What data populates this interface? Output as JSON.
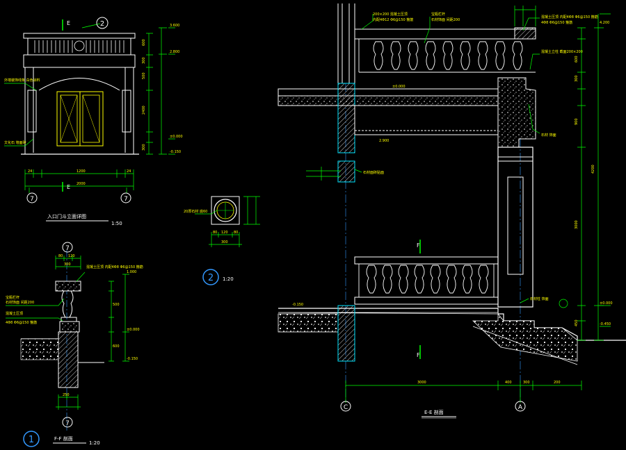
{
  "drawings": {
    "entrance_elevation": {
      "title": "入口门斗立面详图",
      "scale": "1:50",
      "section_mark": "E",
      "callout_number": "2",
      "axis_left": "7",
      "axis_right": "7",
      "note_top_left": "外墙装饰线条 白色涂料",
      "note_bottom_left": "文化石 墙面砖",
      "dims_bottom": [
        "24",
        "1200",
        "24"
      ],
      "dims_total": "2000"
    },
    "detail_2": {
      "number": "2",
      "scale": "1:20",
      "note": "20厚石材 底60",
      "dims_bottom": [
        "80",
        "120",
        "80"
      ],
      "dims_total": "300"
    },
    "section_ff": {
      "number": "1",
      "title": "F-F 剖面",
      "scale": "1:20",
      "axis": "7",
      "note_top": "混凝土压顶 内配4Φ8 Φ6@150 箍筋",
      "note_mid": "宝瓶栏杆",
      "note_mid2": "石材饰面 间距200",
      "note_low": "混凝土压顶",
      "note_low2": "4Φ8 Φ6@150 箍筋"
    },
    "section_ee": {
      "title": "E-E 剖面",
      "section_mark": "F",
      "axis_left": "C",
      "axis_right": "A",
      "note_top_1": "200×200 混凝土压顶",
      "note_top_2": "内配4Φ12 Φ6@150 箍筋",
      "note_top_3": "宝瓶栏杆",
      "note_top_4": "石材饰面 间距200",
      "note_right_1": "混凝土压顶 内配4Φ8 Φ6@150 箍筋",
      "note_right_2": "4Φ8 Φ6@150 箍筋",
      "note_right_3": "混凝土立柱 截面200×200",
      "note_right_4": "石材 饰面",
      "note_mid": "石材面砖贴面",
      "note_column": "石材柱 饰面",
      "dims_bottom": [
        "3000",
        "400",
        "300",
        "200"
      ]
    }
  }
}
